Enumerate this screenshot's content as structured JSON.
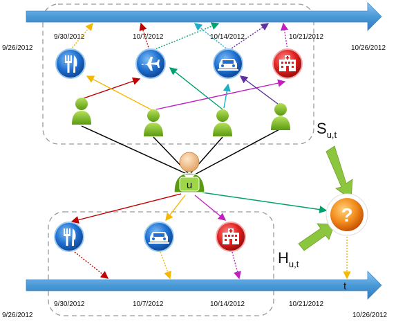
{
  "top_timeline": {
    "start": "9/26/2012",
    "end": "10/26/2012",
    "ticks": [
      "9/30/2012",
      "10/7/2012",
      "10/14/2012",
      "10/21/2012"
    ]
  },
  "bottom_timeline": {
    "start": "9/26/2012",
    "end": "10/26/2012",
    "ticks": [
      "9/30/2012",
      "10/7/2012",
      "10/14/2012",
      "10/21/2012"
    ],
    "marker": "t"
  },
  "user": {
    "label": "u"
  },
  "social_term": {
    "main": "S",
    "subscript": "u,t"
  },
  "history_term": {
    "main": "H",
    "subscript": "u,t"
  },
  "query": {
    "glyph": "?"
  },
  "icons": {
    "top": [
      "fork-knife-icon",
      "airplane-icon",
      "car-service-icon",
      "hospital-icon"
    ],
    "bottom": [
      "fork-knife-icon",
      "car-service-icon",
      "hospital-icon"
    ]
  },
  "colors": {
    "timeline": "#4a9ad8",
    "friend": "#8cc63f",
    "restaurant": "#f5b800",
    "travel": "#c00000",
    "car": "#00a070",
    "hospital": "#c020c0",
    "social": "#1ab0c8",
    "purple": "#6030a0",
    "arrow_green": "#8cc63f",
    "query": "#f28c1c"
  }
}
